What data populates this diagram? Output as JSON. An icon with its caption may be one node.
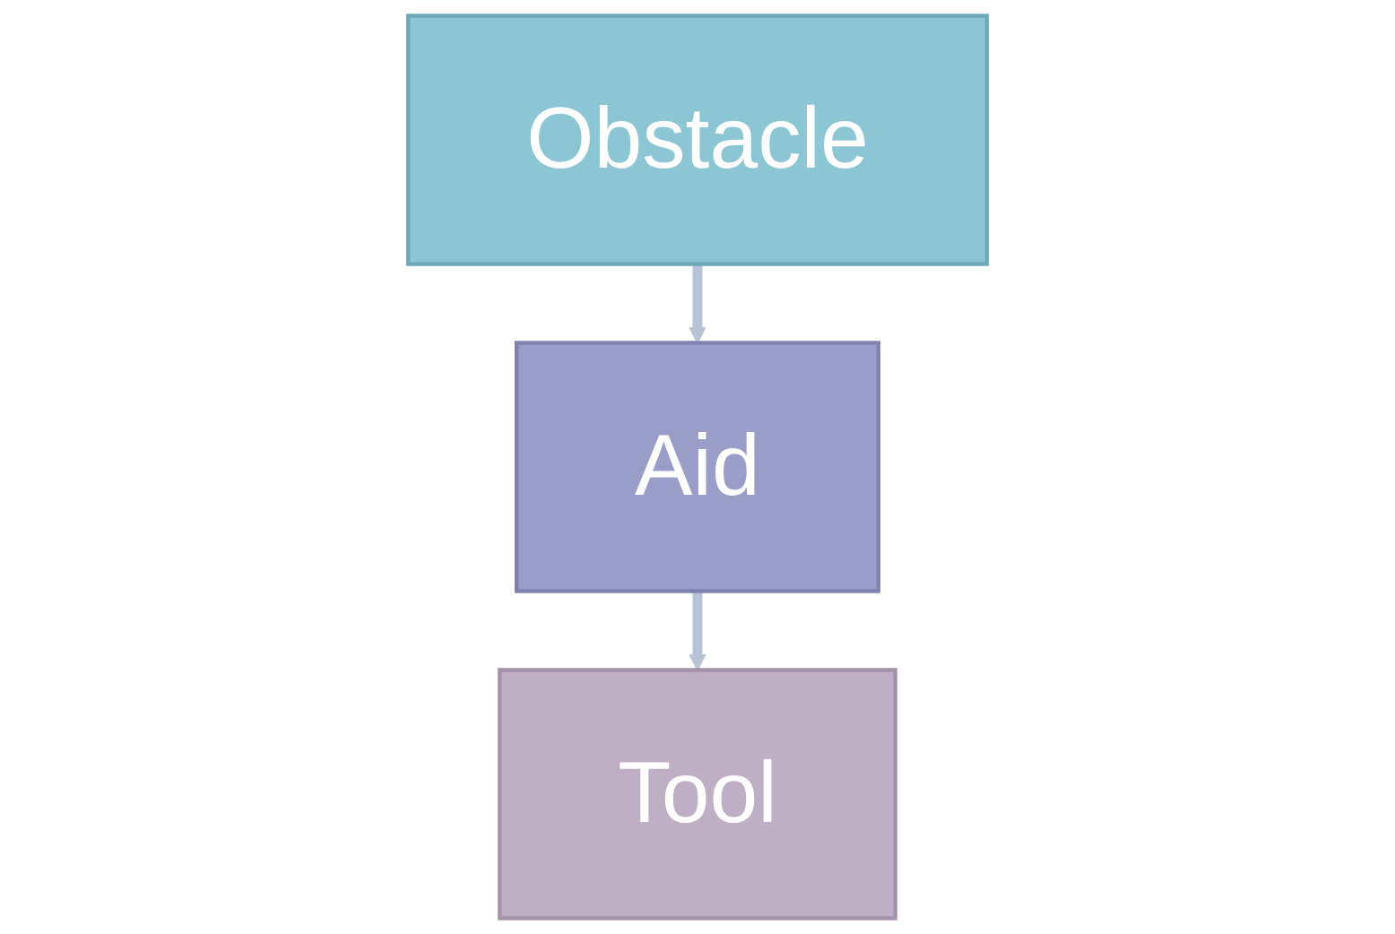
{
  "diagram": {
    "nodes": [
      {
        "text": [
          "Obstacle"
        ]
      },
      {
        "text": [
          "Aid"
        ]
      },
      {
        "text": [
          "Tool"
        ]
      }
    ],
    "edges": [
      {
        "from": 0,
        "to": 1,
        "arrow": "to"
      },
      {
        "from": 1,
        "to": 2,
        "arrow": "to"
      }
    ]
  }
}
